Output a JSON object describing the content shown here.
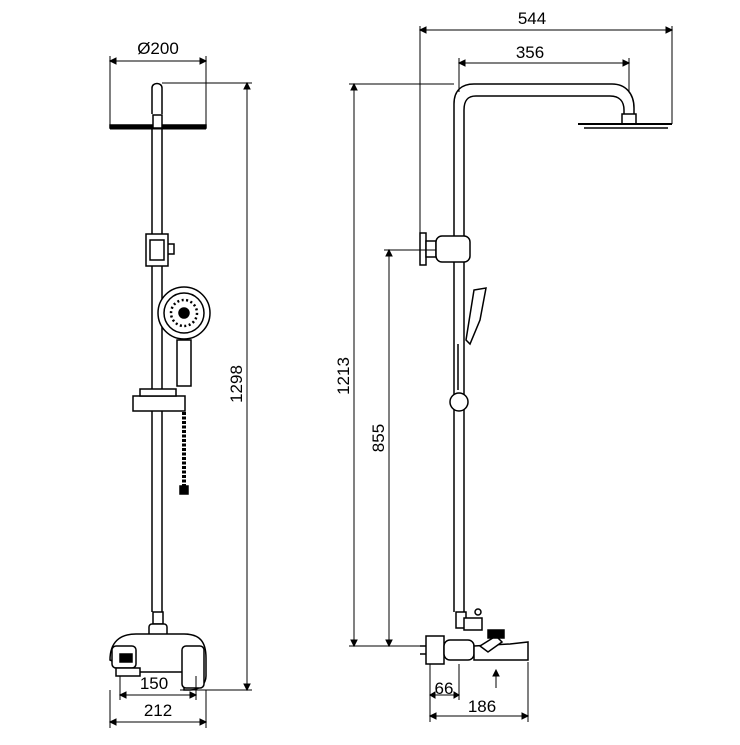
{
  "diagram": {
    "front_view": {
      "diameter_label": "Ø200",
      "height_label": "1298",
      "inlet_spacing_label": "150",
      "mixer_width_label": "212"
    },
    "side_view": {
      "total_reach_label": "544",
      "arm_reach_label": "356",
      "total_height_label": "1213",
      "bracket_height_label": "855",
      "wall_offset_label": "66",
      "spout_reach_label": "186"
    },
    "colors": {
      "line": "#000000",
      "background": "#ffffff"
    }
  }
}
